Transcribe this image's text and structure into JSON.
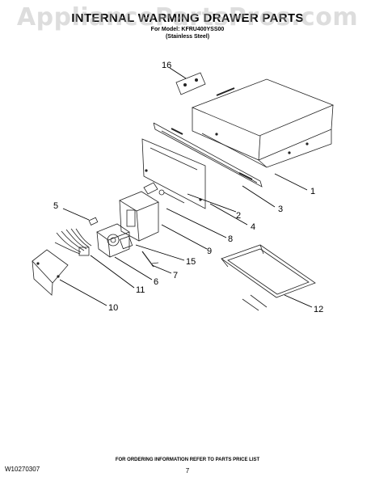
{
  "watermark": "AppliancePartsPros.com",
  "header": {
    "title": "INTERNAL WARMING DRAWER PARTS",
    "model_line": "For Model: KFRU400YSS00",
    "variant_line": "(Stainless Steel)"
  },
  "callouts": [
    "16",
    "1",
    "3",
    "4",
    "2",
    "8",
    "9",
    "5",
    "15",
    "7",
    "6",
    "11",
    "10",
    "12"
  ],
  "footer": {
    "doc_number": "W10270307",
    "ordering_note": "FOR ORDERING INFORMATION REFER TO PARTS PRICE LIST",
    "page_number": "7"
  }
}
